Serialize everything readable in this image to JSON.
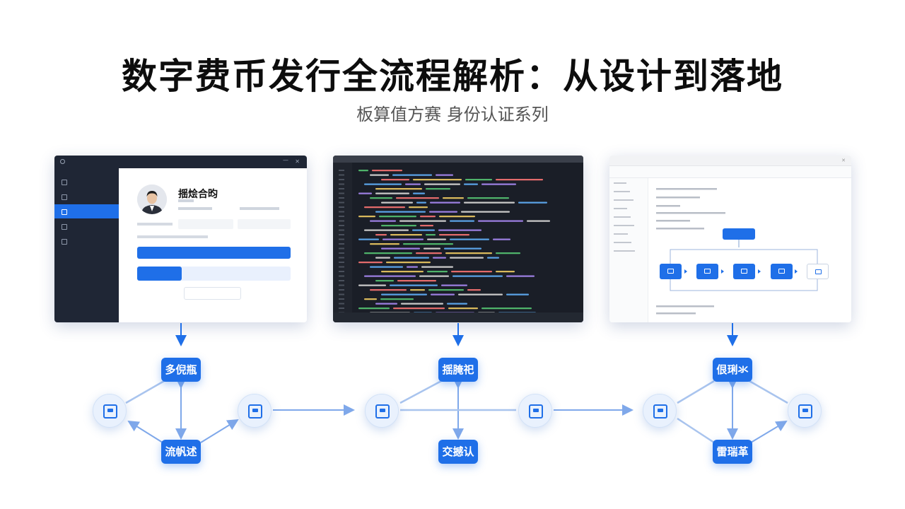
{
  "header": {
    "title": "数字费币发行全流程解析：从设计到落地",
    "subtitle": "板算值方赛 身份认证系列"
  },
  "panel1": {
    "profile_name": "揺烩合昀",
    "submit_label": "",
    "segment_label": ""
  },
  "diagram": {
    "group1": {
      "top": "多倪瓶",
      "bottom": "流帆述"
    },
    "group2": {
      "top": "揺腌祀",
      "bottom": "交撼认"
    },
    "group3": {
      "top": "佷琍氺",
      "bottom": "雷瑞革"
    }
  },
  "colors": {
    "accent": "#1f6fe8",
    "node_bg": "#e9f1fd",
    "dark_panel": "#1f2635",
    "code_bg": "#1a1e27"
  },
  "icons": {
    "circle1": "monitor-icon",
    "circle2": "document-icon",
    "circle3": "checklist-icon",
    "circle4": "bag-icon",
    "circle5": "cloud-icon",
    "circle6": "card-icon"
  }
}
